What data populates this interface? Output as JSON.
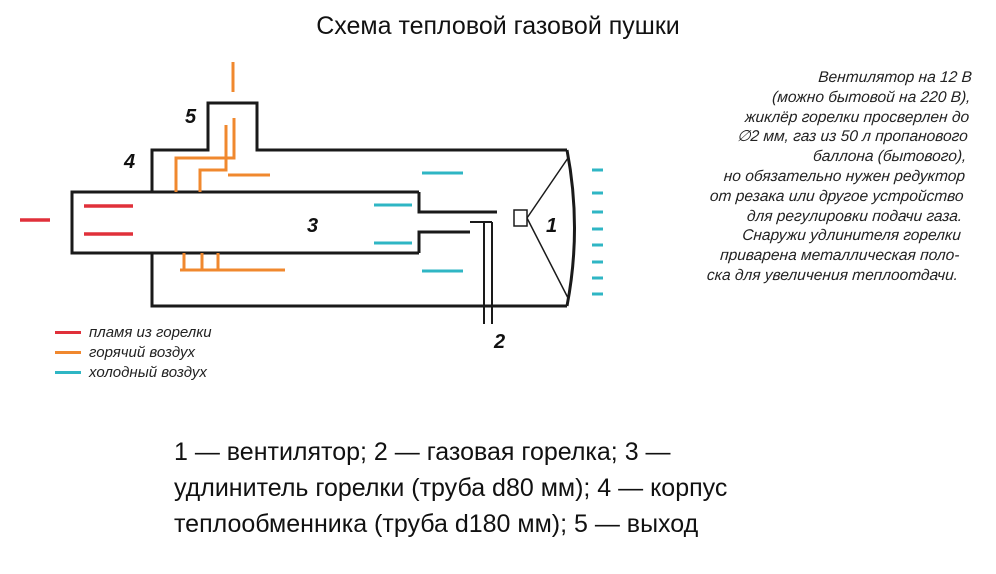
{
  "title": "Схема тепловой газовой пушки",
  "colors": {
    "flame": "#e0303a",
    "hot_air": "#f0882e",
    "cold_air": "#2fb6c4",
    "outline": "#1a1a1a"
  },
  "labels": {
    "fan": "1",
    "burner": "2",
    "extender": "3",
    "body": "4",
    "outlet": "5"
  },
  "note_lines": [
    "Вентилятор на 12 В",
    "(можно бытовой на 220 В),",
    "жиклёр горелки просверлен до",
    "∅2 мм, газ из 50 л пропанового",
    "баллона (бытового),",
    "но обязательно нужен редуктор",
    "от резака или другое устройство",
    "для регулировки подачи газа.",
    "Снаружи удлинителя горелки",
    "приварена металлическая поло-",
    "ска для увеличения теплоотдачи."
  ],
  "legend": [
    {
      "label": "пламя из горелки",
      "color": "#e0303a"
    },
    {
      "label": "горячий воздух",
      "color": "#f0882e"
    },
    {
      "label": "холодный воздух",
      "color": "#2fb6c4"
    }
  ],
  "caption_lines": [
    "1 — вентилятор; 2 — газовая горелка; 3 —",
    "удлинитель горелки (труба d80 мм); 4 — корпус",
    "теплообменника (труба d180 мм); 5 — выход"
  ]
}
